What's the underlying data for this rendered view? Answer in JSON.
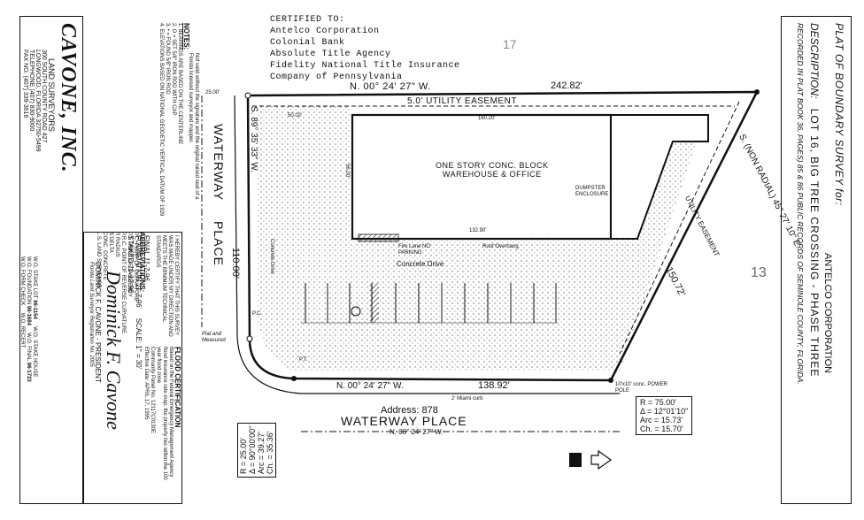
{
  "certified": {
    "heading": "CERTIFIED TO:",
    "parties": [
      "Antelco Corporation",
      "Colonial Bank",
      "Absolute Title Agency",
      "Fidelity National Title Insurance",
      "Company of Pennsylvania"
    ]
  },
  "title_block": {
    "line1": "PLAT OF BOUNDARY SURVEY for:",
    "client": "ANTELCO CORPORATION",
    "description_label": "DESCRIPTION:",
    "description": "LOT 16, BIG TREE CROSSING - PHASE THREE",
    "recorded": "RECORDED IN PLAT BOOK 36, PAGES) 85 & 86 PUBLIC RECORDS OF SEMINOLE COUNTY, FLORIDA."
  },
  "surveyor": {
    "firm": "CAVONE, INC.",
    "subtitle": "LAND SURVEYORS",
    "address1": "300 SOUTH COUNTY ROAD 427",
    "address2": "LONGWOOD, FLORIDA 32750-5499",
    "tel": "TELEPHONE (407) 830-9000",
    "fax": "FAX NO. (407) 339-3616",
    "wo_stake": "W.O. STAKE LOT",
    "wo_stake_val": "96-1154",
    "wo_found": "W.O. FOUNDATION",
    "wo_found_val": "96-1684",
    "wo_stake_house": "W.O. STAKE HOUSE",
    "wo_final": "W.O. FINAL",
    "wo_final_val": "96-1723",
    "wo_form": "W.O. FORM CHECK",
    "wo_recert": "W.O. RECERT"
  },
  "certification": {
    "text": "I HEREBY CERTIFY THAT THIS SURVEY WAS MADE UNDER MY DIRECTION AND MEETS THE MINIMUM TECHNICAL STANDARDS",
    "final_label": "FINAL",
    "final_date": "11-7-96",
    "foundation_label": "FOUNDATION",
    "foundation_date": "11-7-96",
    "staked_label": "STAKED",
    "staked_date": "11-12-96",
    "scale": "SCALE: 1\" = 30'",
    "signer": "DOMINICK F. CAVONE - PRESIDENT",
    "registration": "Florida Land Surveyor Registration No. 2005"
  },
  "flood": {
    "heading": "FLOOD CERTIFICATION",
    "body": "Based on the Federal Emergency Management Agency flood insurance rate map, the property lies within the 100 year flood zone",
    "community": "Community Panel No. 12117C0130E",
    "effective": "Effective Date: APRIL 17, 1995"
  },
  "notes": {
    "heading": "NOTES:",
    "lines": [
      "1. BEARINGS ARE BASED ON THE CENTERLINE",
      "2. O = SET 5/8\" IRON ROD WITH CAP",
      "3. • = FOUND 5/8\" IRON ROD",
      "4. ELEVATIONS BASED ON NATIONAL GEODETIC VERTICAL DATUM OF 1929"
    ],
    "valid": "Not valid without the signature and the original raised seal of a Florida licensed surveyor and mapper."
  },
  "abbrev": {
    "heading": "ABBREVIATIONS:",
    "items": [
      "P.C. POINT OF CURVATURE",
      "P.T. POINT OF TANGENCY",
      "P.R.C. POINT OF REVERSE CURVATURE",
      "R RADIUS",
      "Δ DELTA",
      "CONC. CONCRETE",
      "L.S. LAND SURVEYOR"
    ]
  },
  "plat": {
    "top_bearing": "N. 00° 24' 27\" W.",
    "top_dist": "242.82'",
    "easement": "5.0' UTILITY EASEMENT",
    "left_bearing": "S. 89° 35' 33\" W.",
    "left_dist": "110.00'",
    "bottom_bearing": "N. 00° 24' 27\" W.",
    "bottom_dist": "138.92'",
    "right_bearing": "S. (NON RADIAL) 45° 27' 10\" E.",
    "right_dist": "150.72'",
    "util_ease": "UTILITY EASEMENT",
    "building": "ONE STORY CONC. BLOCK",
    "building2": "WAREHOUSE & OFFICE",
    "dim_160": "160.20'",
    "dim_132": "132.90'",
    "dim_50": "50.02'",
    "dim_56": "56.00'",
    "dim_25": "25.00'",
    "conc_drive": "Concrete Drive",
    "conc_drive2": "Concrete Drive",
    "roof_overhang": "Roof Overhang",
    "fire_lane": "Fire Lane NO PARKING",
    "dumpster": "DUMPSTER ENCLOSURE",
    "waterway": "WATERWAY PLACE",
    "waterway_left": "WATERWAY",
    "waterway_left2": "PLACE",
    "address": "Address: 878",
    "street": "WATERWAY PLACE",
    "miami_curb": "2' Miami curb",
    "curve_left": [
      "R = 25.00'",
      "Δ = 90°00'00\"",
      "Arc = 39.27'",
      "Ch. = 35.36'"
    ],
    "curve_right": [
      "R = 75.00'",
      "Δ = 12°01'10\"",
      "Arc = 15.73'",
      "Ch. = 15.70'"
    ],
    "power_pole": "10'x10' conc. POWER POLE",
    "ref_13": "13",
    "ref_17": "17",
    "pc": "P.C.",
    "pt": "P.T.",
    "found_plat": "Plat and Measured"
  }
}
